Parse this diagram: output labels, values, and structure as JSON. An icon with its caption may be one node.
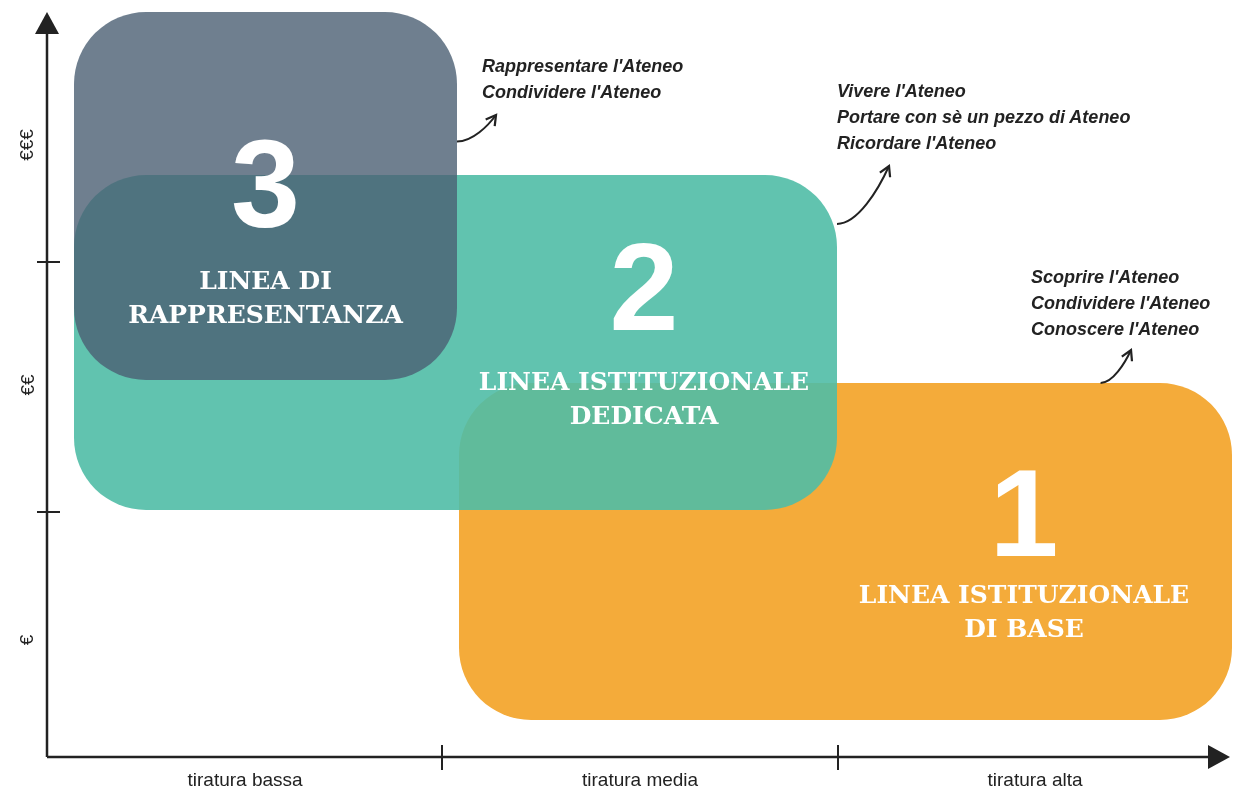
{
  "diagram": {
    "nodes": [
      {
        "text": [
          "3",
          "LINEA DI RAPPRESENTANZA"
        ]
      },
      {
        "text": [
          "Rappresentare l'Ateneo",
          "Condividere l'Ateneo"
        ]
      },
      {
        "text": [
          "2",
          "LINEA ISTITUZIONALE DEDICATA"
        ]
      },
      {
        "text": [
          "Vivere l'Ateneo",
          "Portare con sè un pezzo di Ateneo",
          "Ricordare l'Ateneo"
        ]
      },
      {
        "text": [
          "1",
          "LINEA ISTITUZIONALE DI BASE"
        ]
      },
      {
        "text": [
          "Scoprire l'Ateneo",
          "Condividere l'Ateneo",
          "Conoscere l'Ateneo"
        ]
      }
    ],
    "edges": [
      {
        "from": 0,
        "to": 1,
        "arrow": "to"
      },
      {
        "from": 2,
        "to": 3,
        "arrow": "to"
      },
      {
        "from": 4,
        "to": 5,
        "arrow": "to"
      }
    ],
    "labels": [
      "€€€",
      "€€",
      "€",
      "tiratura bassa",
      "tiratura media",
      "tiratura alta"
    ]
  }
}
